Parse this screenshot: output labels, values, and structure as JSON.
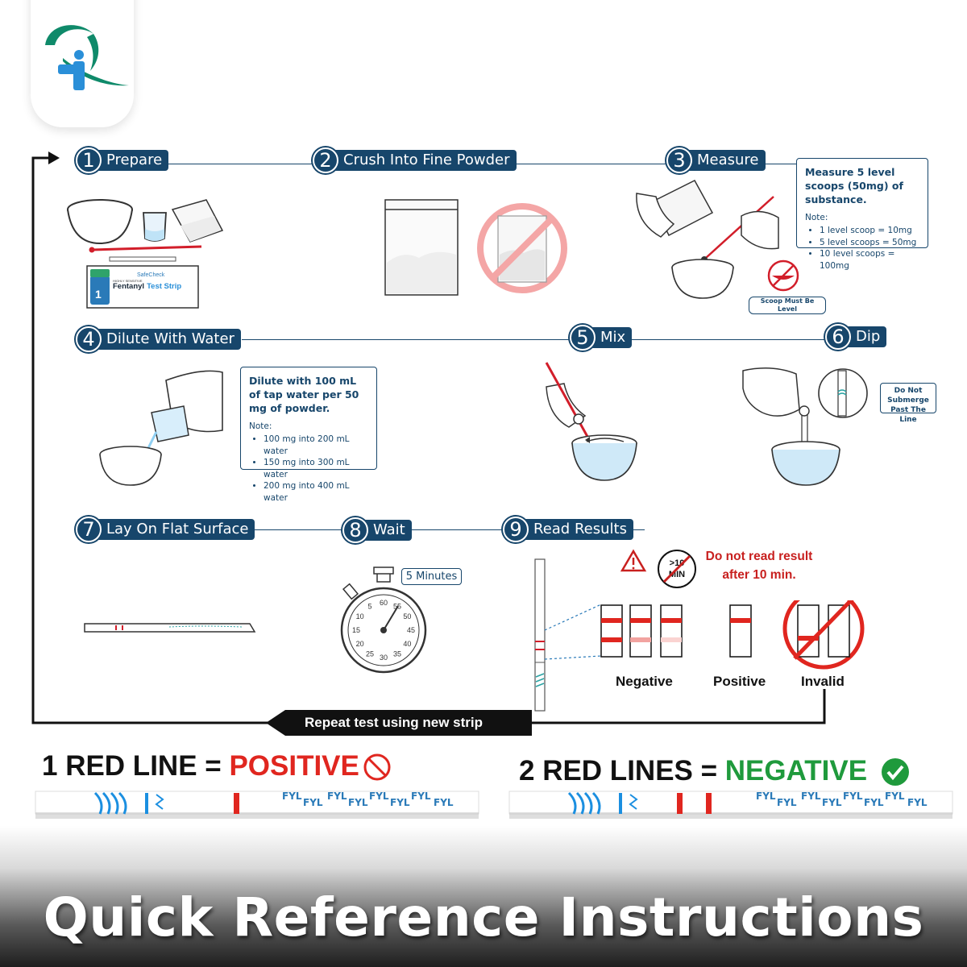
{
  "steps": [
    {
      "n": "1",
      "label": "Prepare"
    },
    {
      "n": "2",
      "label": "Crush Into Fine Powder"
    },
    {
      "n": "3",
      "label": "Measure"
    },
    {
      "n": "4",
      "label": "Dilute With Water"
    },
    {
      "n": "5",
      "label": "Mix"
    },
    {
      "n": "6",
      "label": "Dip"
    },
    {
      "n": "7",
      "label": "Lay On Flat Surface"
    },
    {
      "n": "8",
      "label": "Wait"
    },
    {
      "n": "9",
      "label": "Read Results"
    }
  ],
  "measure_box": {
    "head": "Measure 5 level scoops (50mg) of substance.",
    "note": "Note:",
    "items": [
      "1 level scoop = 10mg",
      "5 level scoops = 50mg",
      "10 level scoops = 100mg"
    ]
  },
  "scoop_caption": "Scoop Must Be Level",
  "dilute_box": {
    "head": "Dilute with 100 mL of tap water per 50 mg of powder.",
    "note": "Note:",
    "items": [
      "100 mg into 200 mL water",
      "150 mg into 300 mL water",
      "200 mg into 400 mL water"
    ]
  },
  "dip_box": "Do Not Submerge Past The Line",
  "wait_label": "5 Minutes",
  "timer_badge": ">10 MIN",
  "warning_line1": "Do not read result",
  "warning_line2": "after 10 min.",
  "results": {
    "negative": "Negative",
    "positive": "Positive",
    "invalid": "Invalid"
  },
  "repeat_text": "Repeat test using new strip",
  "package": {
    "brand": "SafeCheck",
    "sub": "HIGHLY SENSITIVE",
    "name1": "Fentanyl",
    "name2": "Test Strip",
    "count": "1"
  },
  "stopwatch": {
    "ticks": [
      "60",
      "55",
      "50",
      "45",
      "40",
      "35",
      "30",
      "25",
      "20",
      "15",
      "10",
      "5"
    ]
  },
  "banner_left": {
    "prefix": "1 RED LINE =",
    "word": "POSITIVE"
  },
  "banner_right": {
    "prefix": "2 RED LINES =",
    "word": "NEGATIVE"
  },
  "strip_text": "FYL",
  "footer_title": "Quick Reference Instructions",
  "colors": {
    "navy": "#17466b",
    "red": "#e0261f",
    "green": "#1f9a3c",
    "logo_green": "#0f8a6a",
    "logo_blue": "#2a8fd8"
  }
}
